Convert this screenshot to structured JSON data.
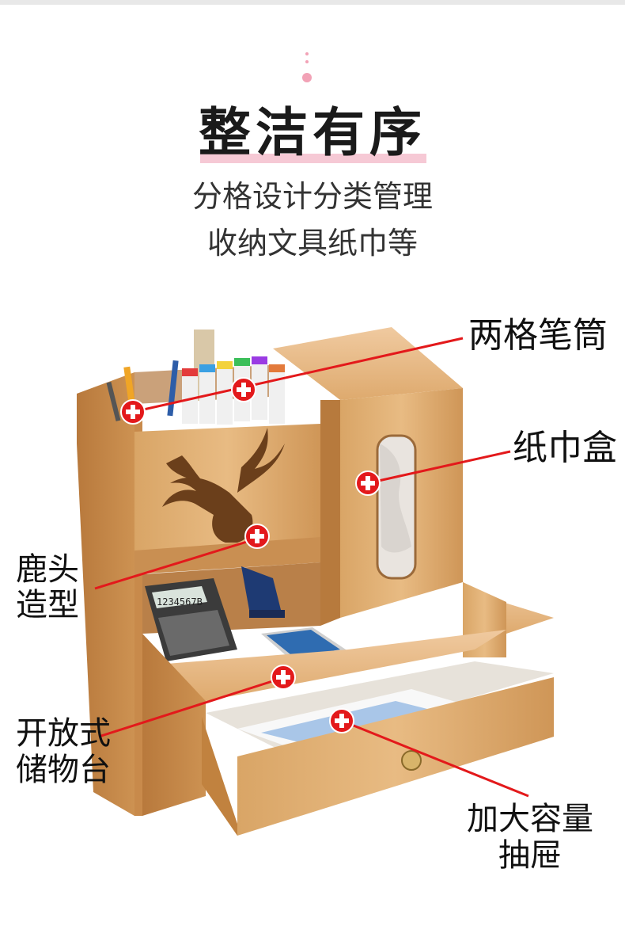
{
  "header": {
    "title": "整洁有序",
    "subtitle_line1": "分格设计分类管理",
    "subtitle_line2": "收纳文具纸巾等"
  },
  "callouts": {
    "pen_holder": "两格笔筒",
    "tissue_box": "纸巾盒",
    "deer_line1": "鹿头",
    "deer_line2": "造型",
    "open_shelf_line1": "开放式",
    "open_shelf_line2": "储物台",
    "drawer_line1": "加大容量",
    "drawer_line2": "抽屉"
  },
  "colors": {
    "title_underline": "#f6c9d5",
    "marker": "#e3191b",
    "callout_line": "#e3191b",
    "wood_light": "#e4b47a",
    "wood_mid": "#d29a5c",
    "wood_dark": "#b97b3e"
  },
  "calculator_display": "1234567B"
}
